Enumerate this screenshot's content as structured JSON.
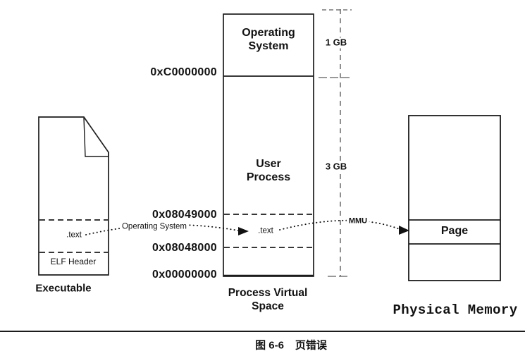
{
  "figure": {
    "executable": {
      "title": "Executable",
      "sections": {
        "text": ".text",
        "elf_header": "ELF Header"
      }
    },
    "process_virtual_space": {
      "title": "Process Virtual Space",
      "os_region": "Operating System",
      "user_region": "User Process",
      "text_section": ".text",
      "addresses": {
        "kernel_base": "0xC0000000",
        "text_end": "0x08049000",
        "text_start": "0x08048000",
        "zero": "0x00000000"
      },
      "region_sizes": {
        "kernel": "1 GB",
        "user": "3 GB"
      }
    },
    "arrows": {
      "loader_label": "Operating System",
      "mmu_label": "MMU"
    },
    "physical_memory": {
      "title": "Physical Memory",
      "page": "Page"
    },
    "caption": {
      "number": "图 6-6",
      "title": "页错误"
    },
    "colors": {
      "ink": "#111111",
      "line": "#1c1c1c",
      "background": "#ffffff"
    }
  }
}
